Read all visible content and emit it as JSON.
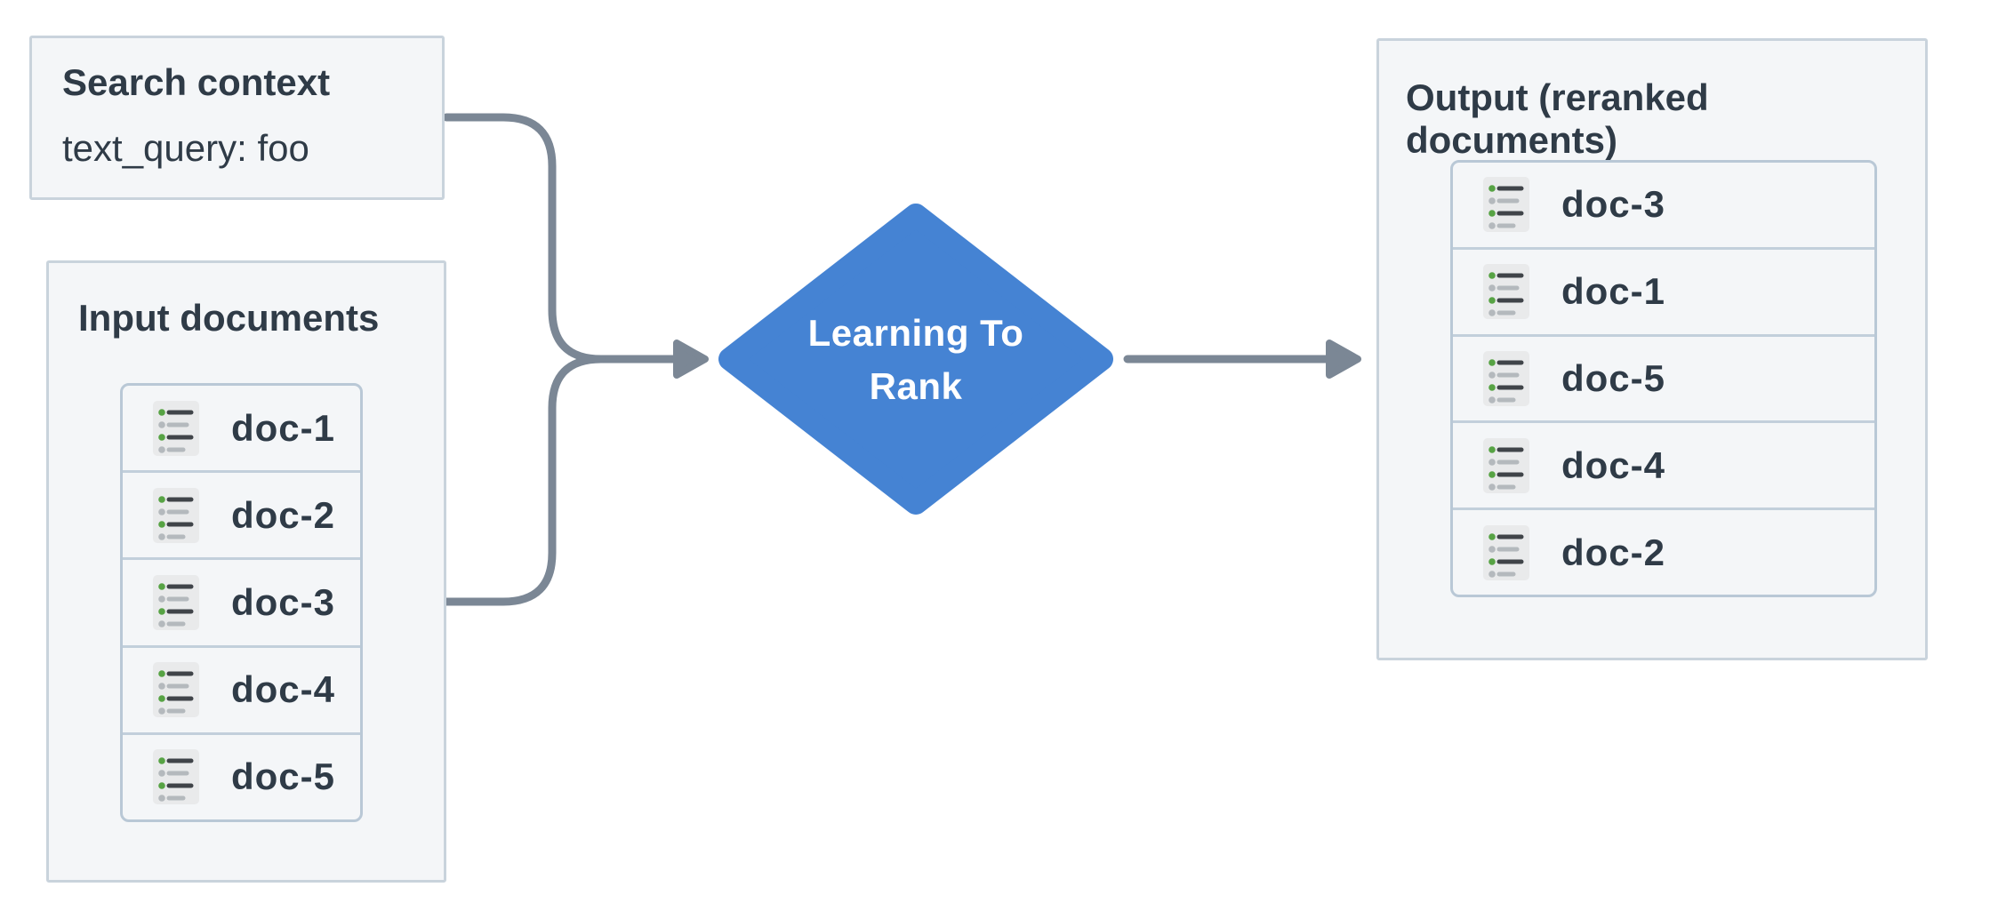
{
  "colors": {
    "panel-bg": "#f4f6f8",
    "panel-border": "#c9d3dc",
    "list-border": "#b9c8d6",
    "separator": "#c2cfdb",
    "text": "#2f3b47",
    "diamond-blue": "#4583d3",
    "diamond-text": "#ffffff",
    "arrow-gray": "#7b8795",
    "icon-bg": "#e9eaeb",
    "icon-green": "#57a344",
    "icon-gray": "#b4b9bd",
    "icon-dark": "#404449"
  },
  "search_context": {
    "title": "Search context",
    "query": "text_query: foo"
  },
  "input_documents": {
    "title": "Input documents",
    "docs": [
      "doc-1",
      "doc-2",
      "doc-3",
      "doc-4",
      "doc-5"
    ]
  },
  "process": {
    "line1": "Learning To",
    "line2": "Rank"
  },
  "output": {
    "title": "Output (reranked documents)",
    "docs": [
      "doc-3",
      "doc-1",
      "doc-5",
      "doc-4",
      "doc-2"
    ]
  }
}
